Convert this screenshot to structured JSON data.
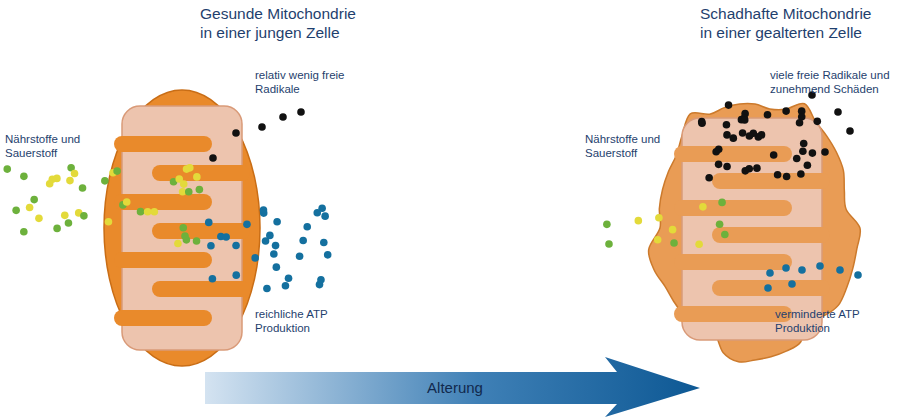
{
  "diagram": {
    "nodes": [
      {
        "text": [
          "Gesunde Mitochondrie in einer jungen Zelle"
        ]
      },
      {
        "text": [
          "Schadhafte Mitochondrie in einer gealterten Zelle"
        ]
      },
      {
        "text": [
          "Alterung"
        ]
      }
    ],
    "labels": [
      "Nährstoffe und Sauerstoff",
      "relativ wenig freie Radikale",
      "reichliche ATP Produktion",
      "Nährstoffe und Sauerstoff",
      "viele freie Radikale und zunehmend Schäden",
      "verminderte ATP Produktion"
    ]
  }
}
